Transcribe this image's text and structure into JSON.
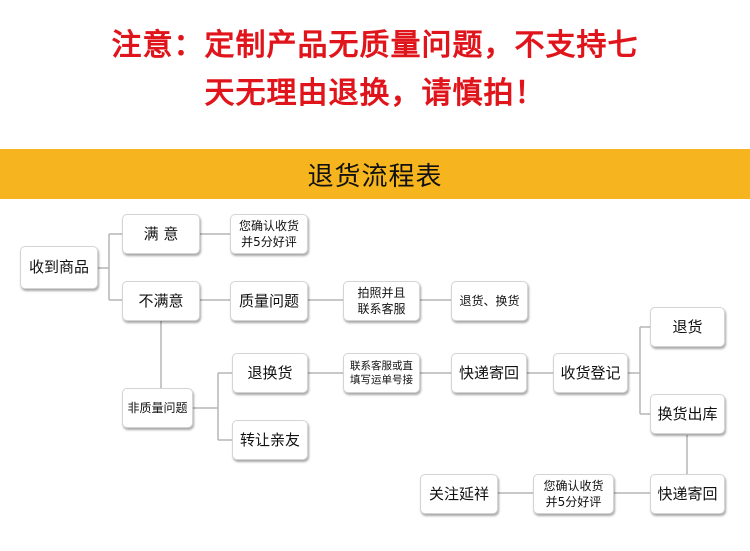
{
  "notice": {
    "line1": "注意：定制产品无质量问题，不支持七",
    "line2": "天无理由退换，请慎拍！"
  },
  "banner": {
    "title": "退货流程表"
  },
  "flow": {
    "receive": "收到商品",
    "satisfied": "满 意",
    "confirm_1": "您确认收货\n并5分好评",
    "unsatisfied": "不满意",
    "quality_issue": "质量问题",
    "photo_contact": "拍照并且\n联系客服",
    "return_exchange": "退货、换货",
    "non_quality": "非质量问题",
    "return_exchange_2": "退换货",
    "contact_fill": "联系客服或直\n填写运单号接",
    "express_send": "快递寄回",
    "receive_register": "收货登记",
    "refund": "退货",
    "exchange_out": "换货出库",
    "transfer_friend": "转让亲友",
    "follow": "关注延祥",
    "confirm_2": "您确认收货\n并5分好评",
    "express_send_2": "快递寄回"
  }
}
